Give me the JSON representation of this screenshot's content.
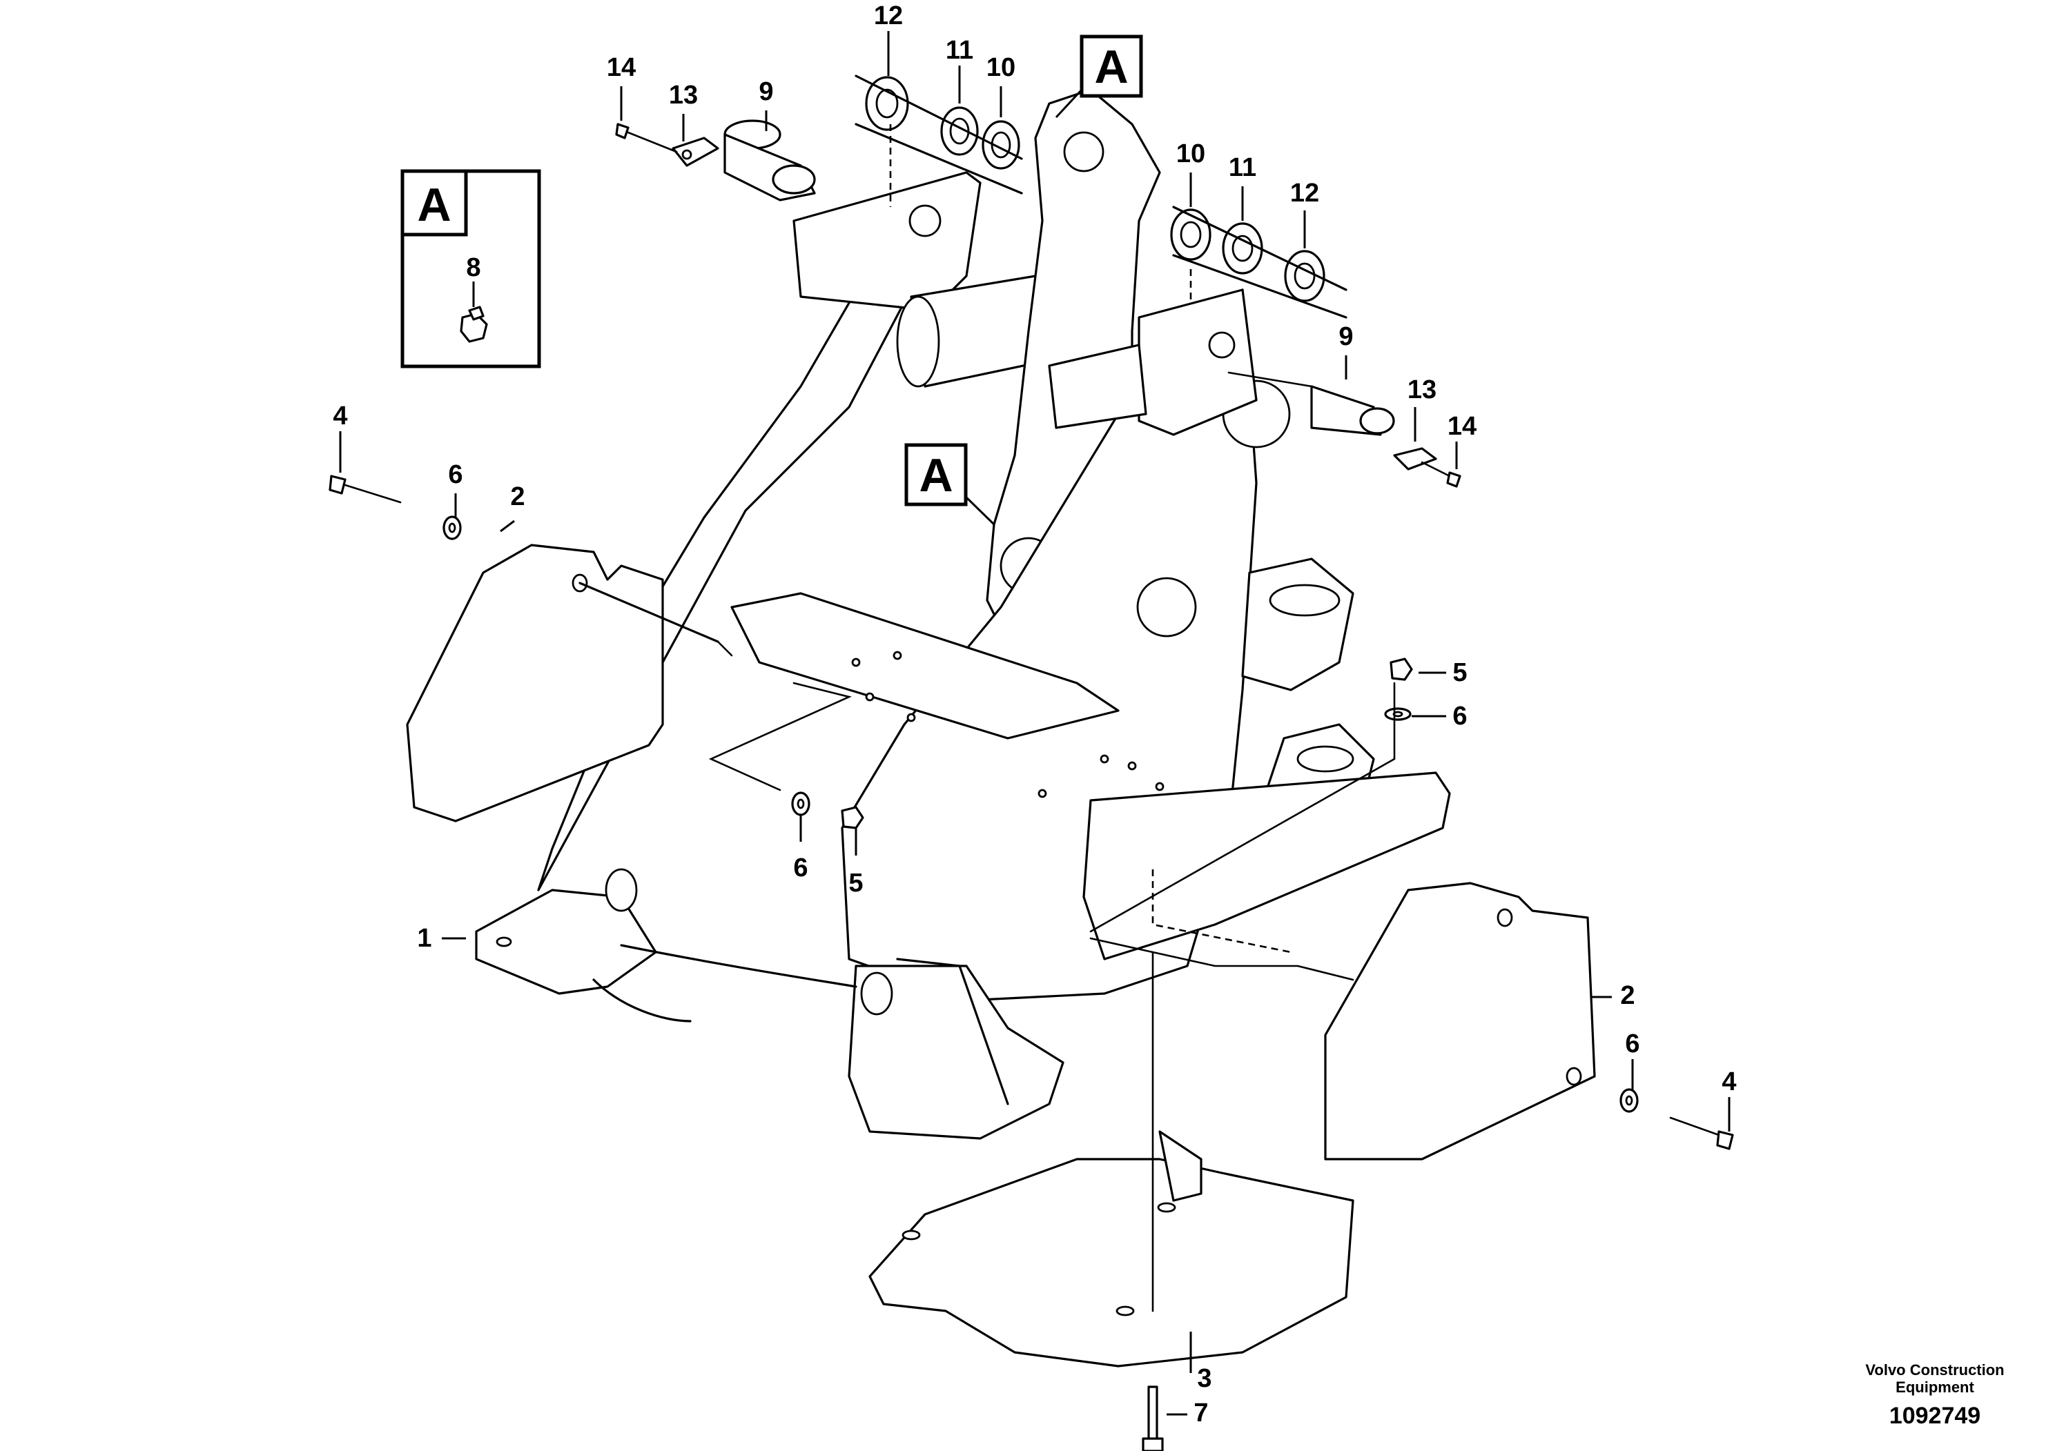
{
  "diagram": {
    "detail_label": "A",
    "callouts": {
      "frame": "1",
      "counterweight": "2",
      "bottom_plate": "3",
      "bolt": "4",
      "nut": "5",
      "washer": "6",
      "bottom_bolt": "7",
      "grease_nipple": "8",
      "pin": "9",
      "ring_10": "10",
      "ring_11": "11",
      "ring_12": "12",
      "lock_plate": "13",
      "screw": "14"
    },
    "publisher": {
      "line1": "Volvo Construction",
      "line2": "Equipment"
    },
    "document_number": "1092749"
  }
}
